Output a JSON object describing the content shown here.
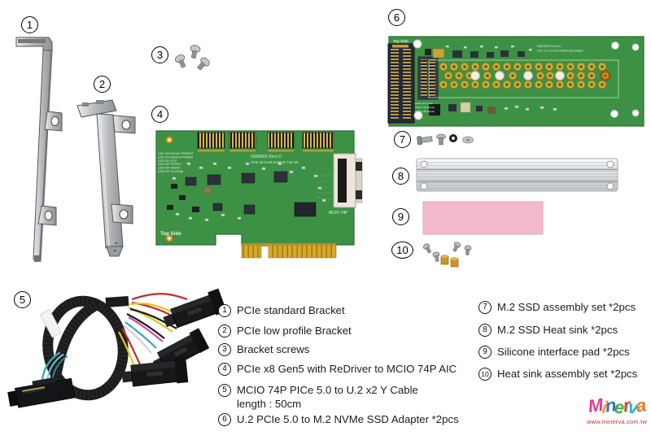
{
  "callouts": {
    "c1": "1",
    "c2": "2",
    "c3": "3",
    "c4": "4",
    "c5": "5",
    "c6": "6",
    "c7": "7",
    "c8": "8",
    "c9": "9",
    "c10": "10"
  },
  "legend": {
    "left": [
      {
        "num": "1",
        "label": "PCIe standard Bracket"
      },
      {
        "num": "2",
        "label": "PCIe low profile Bracket"
      },
      {
        "num": "3",
        "label": "Bracket screws"
      },
      {
        "num": "4",
        "label": "PCIe x8 Gen5 with ReDriver to MCIO 74P AIC"
      },
      {
        "num": "5",
        "label": "MCIO 74P PICe 5.0 to U.2 x2 Y Cable",
        "label2": "length : 50cm"
      },
      {
        "num": "6",
        "label": "U.2 PCIe 5.0 to M.2 NVMe SSD Adapter *2pcs"
      }
    ],
    "right": [
      {
        "num": "7",
        "label": "M.2 SSD assembly set *2pcs"
      },
      {
        "num": "8",
        "label": "M.2 SSD Heat sink *2pcs"
      },
      {
        "num": "9",
        "label": "Silicone interface pad *2pcs"
      },
      {
        "num": "10",
        "label": "Heat sink assembly set *2pcs"
      }
    ]
  },
  "main_card": {
    "model": "G695802 Rev1.0",
    "subtitle": "PCIe x8 Gen5 to MCIO 74p AIC",
    "side_label": "Top Side",
    "connector_label": "MCIO 74P",
    "leds": [
      "LED1 ON PCIe AIC PRESENT",
      "LED2 ON 0.8V&0.9V PWRGD",
      "LED3 ON +3.3V",
      "LED4 OFF PERST#",
      "LED5 OFF WAKE#",
      "LED6 OFF CLKREQ#"
    ]
  },
  "adapter_card": {
    "model": "GB29501 Rev1.0",
    "subtitle": "PCIe 5.0 U.2 to M.2 NVMe SSD Adapter",
    "side_label": "Top Side",
    "leds": [
      "LED1 ON Active",
      "LED2 3.3V Ready",
      "LED3 1.8V Ready"
    ]
  },
  "logo": {
    "letters": [
      {
        "ch": "M",
        "style": "color:#e63990"
      },
      {
        "ch": "i",
        "style": "color:#f0a03c"
      },
      {
        "ch": "n",
        "style": "color:#3a6fc4"
      },
      {
        "ch": "e",
        "style": "color:#3fae49"
      },
      {
        "ch": "r",
        "style": "color:#e03c31"
      },
      {
        "ch": "v",
        "style": "color:#28b5c8"
      },
      {
        "ch": "a",
        "style": "color:#f07820"
      }
    ],
    "url": "www.minerva.com.tw"
  },
  "colors": {
    "pcb_green": "#3d9144",
    "pcb_dark": "#2c6b32",
    "gold": "#d4a92c",
    "silicone_pad_pink": "#f3b9ca",
    "metal_silver": "#c9ccce",
    "cable_black": "#1b1b1b"
  }
}
